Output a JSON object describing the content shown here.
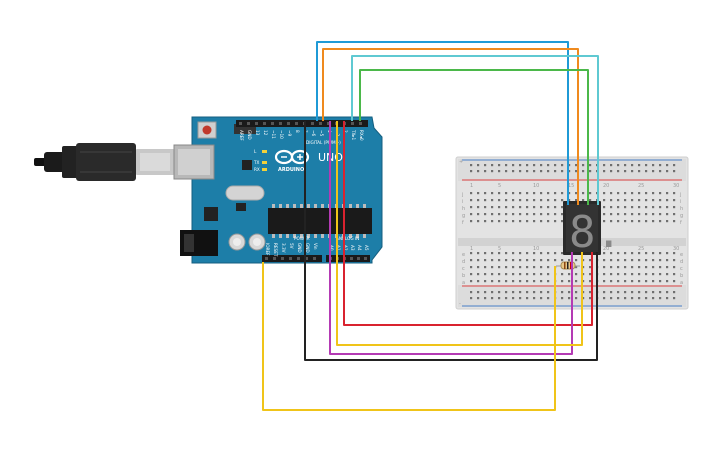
{
  "arduino": {
    "brand": "ARDUINO",
    "model": "UNO",
    "digital_label": "DIGITAL (PWM~)",
    "power_label": "POWER",
    "analog_label": "ANALOG IN",
    "led_labels": [
      "L",
      "TX",
      "RX"
    ],
    "digital_pins": [
      "AREF",
      "GND",
      "13",
      "12",
      "~11",
      "~10",
      "~9",
      "8",
      "7",
      "~6",
      "~5",
      "4",
      "~3",
      "2",
      "TX▸1",
      "RX◂0"
    ],
    "power_pins": [
      "IOREF",
      "RESET",
      "3.3V",
      "5V",
      "GND",
      "GND",
      "Vin"
    ],
    "analog_pins": [
      "A0",
      "A1",
      "A2",
      "A3",
      "A4",
      "A5"
    ]
  },
  "breadboard": {
    "column_numbers": [
      "1",
      "5",
      "10",
      "15",
      "20",
      "25",
      "30"
    ],
    "row_letters_top": [
      "j",
      "i",
      "h",
      "g",
      "f"
    ],
    "row_letters_bottom": [
      "e",
      "d",
      "c",
      "b",
      "a"
    ],
    "rail_plus": "+",
    "rail_minus": "-"
  },
  "display": {
    "digit": "8."
  },
  "wire_colors": {
    "blue": "#1f9ad6",
    "orange": "#ef8a1e",
    "cyan": "#5fc9d2",
    "green": "#4bb84a",
    "red": "#d9232f",
    "purple": "#b43ab4",
    "yellow": "#f0c419",
    "black": "#222222"
  }
}
